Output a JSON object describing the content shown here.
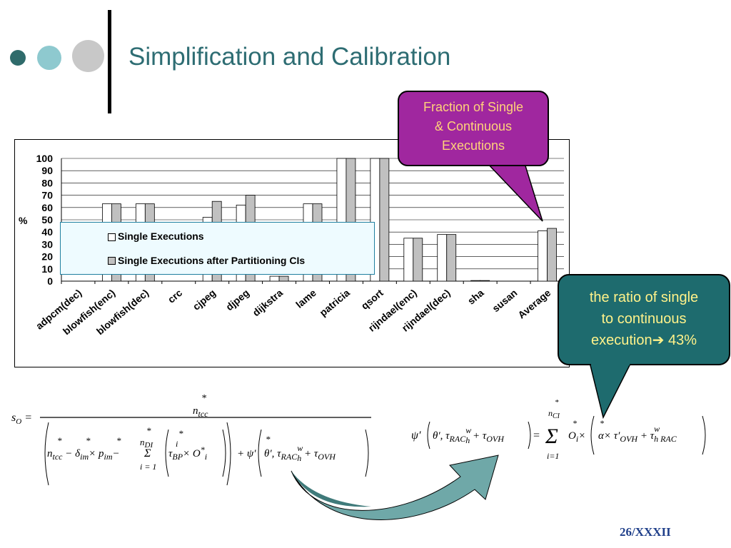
{
  "slide": {
    "title": "Simplification and Calibration",
    "page_number": "26/XXXII"
  },
  "callouts": {
    "fraction": [
      "Fraction of Single",
      "& Continuous",
      "Executions"
    ],
    "ratio": [
      "the ratio of single",
      "to continuous",
      "execution",
      "43%"
    ]
  },
  "chart_data": {
    "type": "bar",
    "ylabel": "%",
    "ylim": [
      0,
      100
    ],
    "yticks": [
      0,
      10,
      20,
      30,
      40,
      50,
      60,
      70,
      80,
      90,
      100
    ],
    "categories": [
      "adpcm(dec)",
      "blowfish(enc)",
      "blowfish(dec)",
      "crc",
      "cjpeg",
      "djpeg",
      "dijkstra",
      "lame",
      "patricia",
      "qsort",
      "rijndael(enc)",
      "rijndael(dec)",
      "sha",
      "susan",
      "Average"
    ],
    "series": [
      {
        "name": "Single Executions",
        "color": "#ffffff",
        "values": [
          0,
          63,
          63,
          0,
          52,
          62,
          4,
          63,
          100,
          100,
          35,
          38,
          0.5,
          0,
          41
        ]
      },
      {
        "name": "Single Executions after Partitioning CIs",
        "color": "#c0c0c0",
        "values": [
          0,
          63,
          63,
          0,
          65,
          70,
          4,
          63,
          100,
          100,
          35,
          38,
          0.5,
          0,
          43
        ]
      }
    ],
    "grid": true,
    "legend": "inside-left"
  },
  "equations": {
    "left": "s_O = n*_tcc / ( n*_tcc − δ*_im × p*_im − Σ_{i=1}^{n*_DI} ( τ*^i_BP × O*_i ) + ψ′( θ*′, τ^w_RAC_h + τ_OVH ) )",
    "right": "ψ′( θ′, τ^w_RAC_h + τ_OVH ) = Σ_{i=1}^{n*_CI} O*_i × ( α × τ′_OVH + τ^w_h_RAC )"
  },
  "colors": {
    "title": "#2e6d73",
    "callout_fraction_bg": "#a0279f",
    "callout_ratio_bg": "#1e6b6e",
    "dot_dark": "#2f6b6b",
    "dot_mid": "#8ec9cf",
    "dot_light": "#c8c8c8",
    "arrow": "#6fa8a8"
  }
}
